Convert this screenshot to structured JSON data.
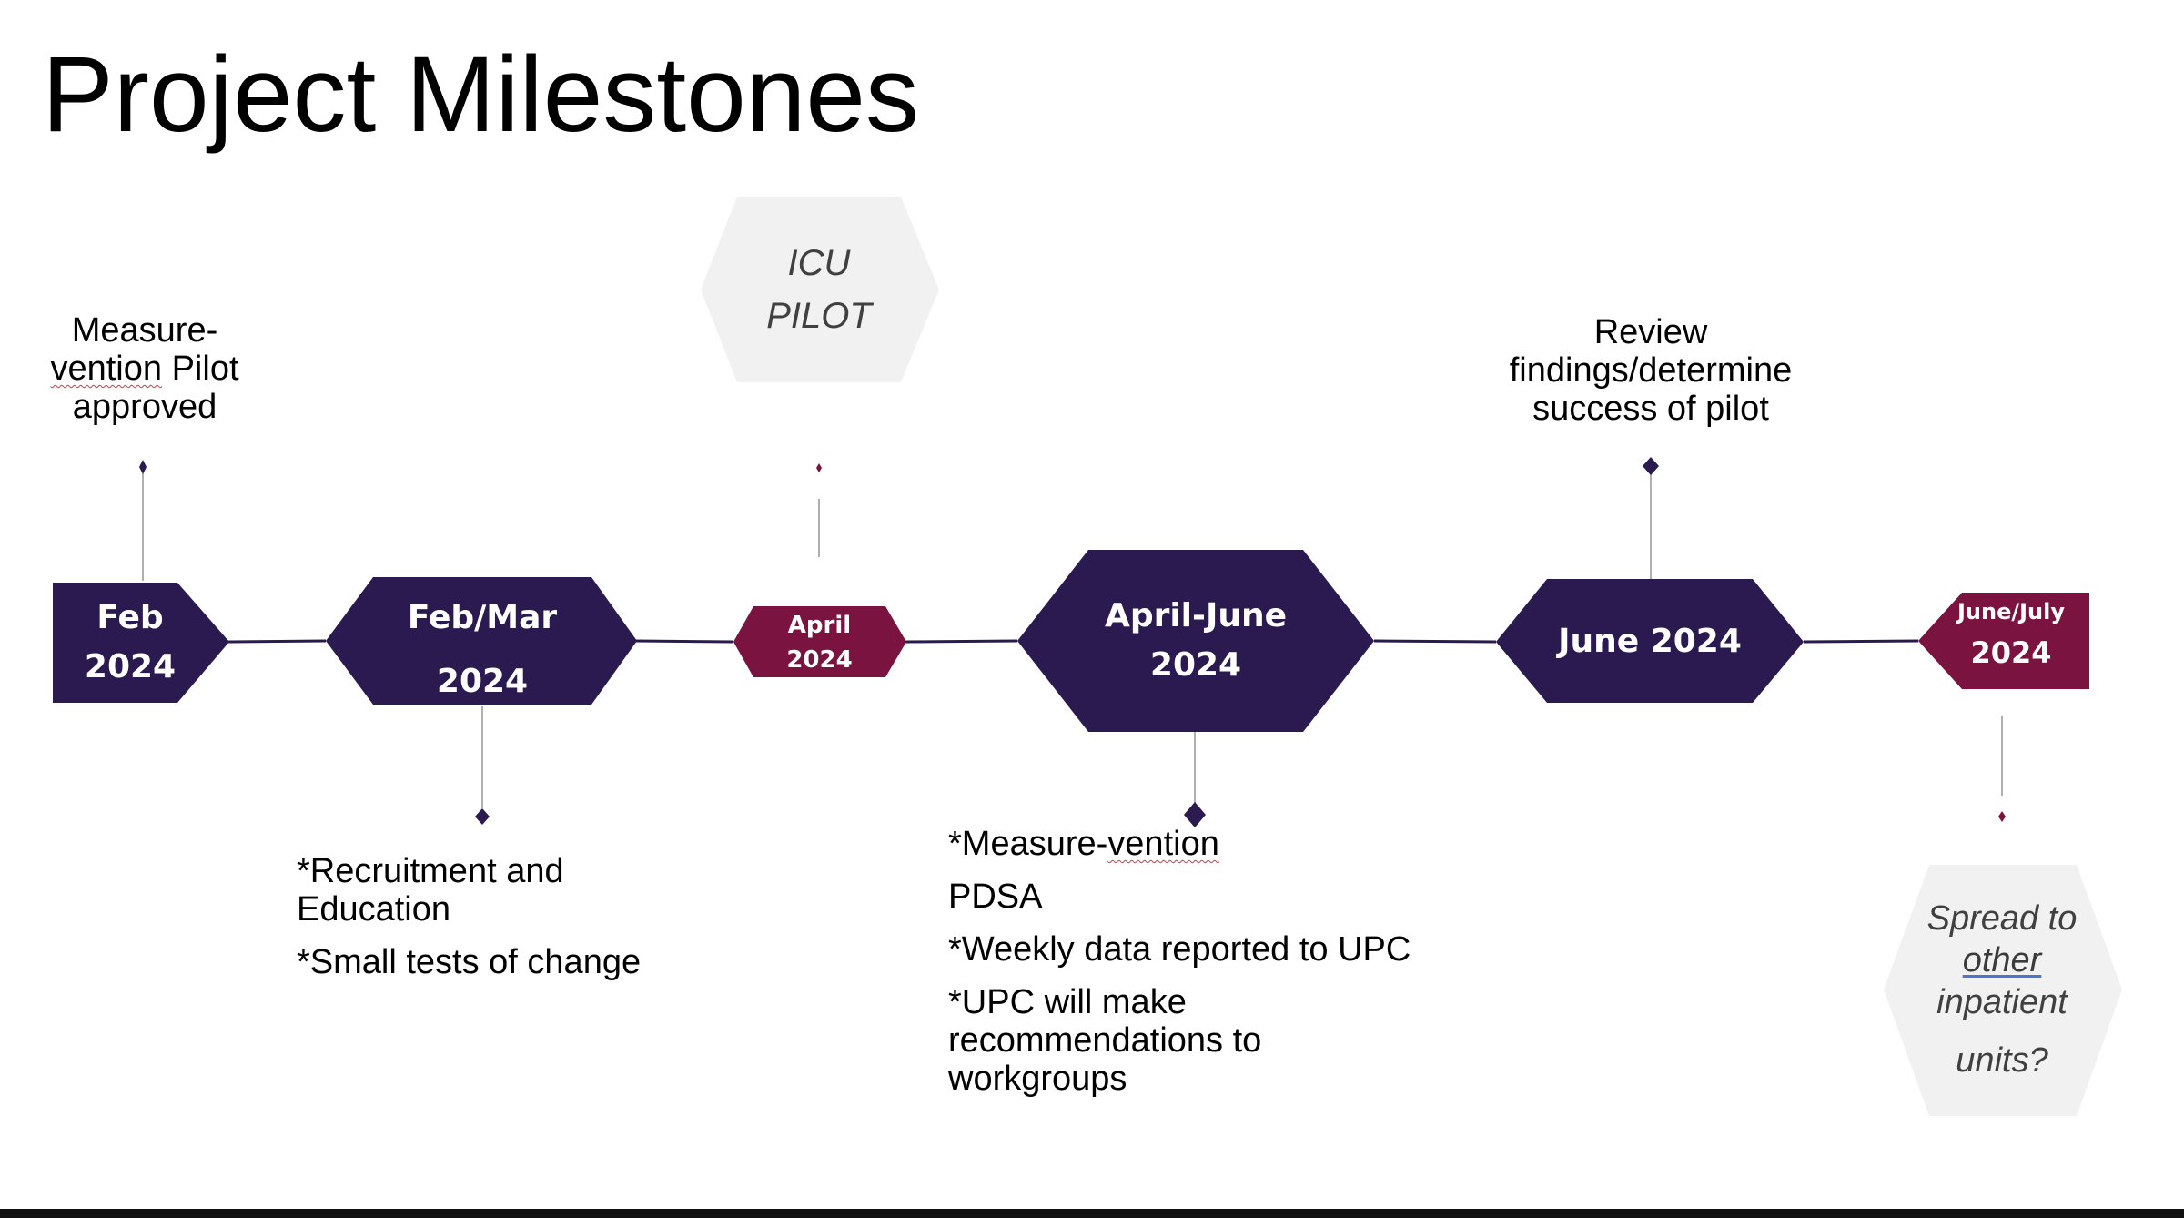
{
  "slide": {
    "title": "Project Milestones"
  },
  "colors": {
    "dark_purple": "#2b1a4f",
    "maroon": "#7a1340",
    "line": "#2b1a4f",
    "callout_fill": "#f1f1f1",
    "text": "#000000"
  },
  "milestones": [
    {
      "date_line1": "Feb",
      "date_line2": "2024"
    },
    {
      "date_line1": "Feb/Mar",
      "date_line2": "2024"
    },
    {
      "date_line1": "April",
      "date_line2": "2024"
    },
    {
      "date_line1": "April-June",
      "date_line2": "2024"
    },
    {
      "date_line1": "June 2024",
      "date_line2": ""
    },
    {
      "date_line1": "June/July",
      "date_line2": "2024"
    }
  ],
  "notes": {
    "feb": {
      "line1": "Measure-",
      "line2a": "vention",
      "line2b": " Pilot",
      "line3": "approved"
    },
    "febmar": {
      "item1_line1": "*Recruitment and",
      "item1_line2": "Education",
      "item2": "*Small tests of change"
    },
    "aprjun": {
      "item1_a": "*Measure-",
      "item1_b": "vention",
      "item2": "PDSA",
      "item3": "*Weekly data reported to UPC",
      "item4_line1": "*UPC will make",
      "item4_line2": "recommendations to",
      "item4_line3": "workgroups"
    },
    "june": {
      "line1": "Review",
      "line2": "findings/determine",
      "line3": "success of pilot"
    }
  },
  "callouts": {
    "icu": {
      "line1": "ICU",
      "line2": "PILOT"
    },
    "spread": {
      "line1": "Spread to",
      "line2": "other",
      "line3": "inpatient",
      "line4": "units?"
    }
  }
}
